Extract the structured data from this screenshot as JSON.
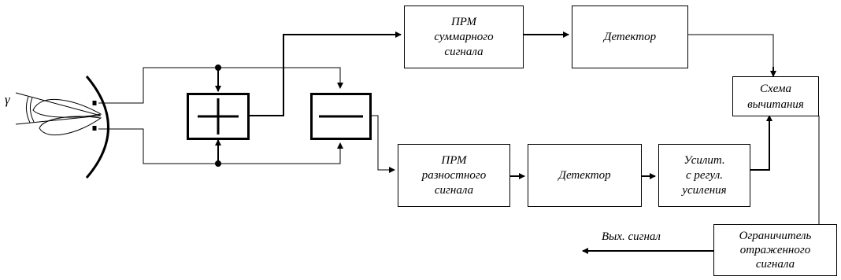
{
  "diagram": {
    "antenna_angle_symbol": "γ",
    "blocks": {
      "sum_receiver": "ПРМ\nсуммарного\nсигнала",
      "sum_detector": "Детектор",
      "subtraction": "Схема\nвычитания",
      "diff_receiver": "ПРМ\nразностного\nсигнала",
      "diff_detector": "Детектор",
      "amplifier": "Усилит.\nс регул.\nусиления",
      "limiter": "Ограничитель\nотраженного\nсигнала"
    },
    "output_label": "Вых. сигнал"
  }
}
